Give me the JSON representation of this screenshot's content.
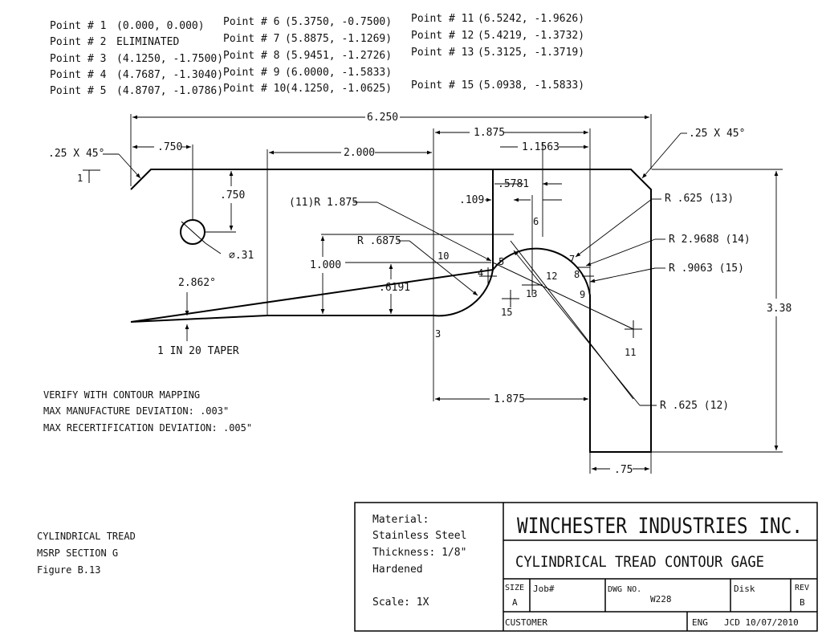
{
  "points": [
    {
      "label": "Point # 1",
      "coords": "(0.000, 0.000)"
    },
    {
      "label": "Point # 2",
      "coords": "ELIMINATED"
    },
    {
      "label": "Point # 3",
      "coords": "(4.1250, -1.7500)"
    },
    {
      "label": "Point # 4",
      "coords": "(4.7687, -1.3040)"
    },
    {
      "label": "Point # 5",
      "coords": "(4.8707, -1.0786)"
    },
    {
      "label": "Point # 6",
      "coords": "(5.3750, -0.7500)"
    },
    {
      "label": "Point # 7",
      "coords": "(5.8875, -1.1269)"
    },
    {
      "label": "Point # 8",
      "coords": "(5.9451, -1.2726)"
    },
    {
      "label": "Point # 9",
      "coords": "(6.0000, -1.5833)"
    },
    {
      "label": "Point # 10",
      "coords": "(4.1250, -1.0625)"
    },
    {
      "label": "Point # 11",
      "coords": "(6.5242, -1.9626)"
    },
    {
      "label": "Point # 12",
      "coords": "(5.4219, -1.3732)"
    },
    {
      "label": "Point # 13",
      "coords": "(5.3125, -1.3719)"
    },
    {
      "label": "Point # 15",
      "coords": "(5.0938, -1.5833)"
    }
  ],
  "dims": {
    "overall_width": "6.250",
    "chamfer_left": ".25 X 45°",
    "chamfer_right": ".25 X 45°",
    "hole_x": ".750",
    "hole_y": ".750",
    "hole_dia": "∅.31",
    "slot_offset": "2.000",
    "notch_width_top": "1.875",
    "d_11563": "1.1563",
    "d_5781": ".5781",
    "d_109": ".109",
    "r11": "(11)R 1.875",
    "r6875": "R .6875",
    "h1000": "1.000",
    "h6191": ".6191",
    "angle": "2.862°",
    "taper": "1 IN 20 TAPER",
    "r13": "R .625 (13)",
    "r14": "R 2.9688 (14)",
    "r15": "R .9063 (15)",
    "r12": "R .625 (12)",
    "height": "3.38",
    "notch_width_bottom": "1.875",
    "leg_width": ".75"
  },
  "point_markers": [
    "1",
    "3",
    "4",
    "5",
    "6",
    "7",
    "8",
    "9",
    "10",
    "11",
    "12",
    "13",
    "15"
  ],
  "notes": [
    "VERIFY WITH CONTOUR MAPPING",
    "MAX MANUFACTURE DEVIATION: .003\"",
    "MAX RECERTIFICATION DEVIATION: .005\""
  ],
  "reference": [
    "CYLINDRICAL TREAD",
    "MSRP SECTION G",
    "Figure B.13"
  ],
  "title_block": {
    "material_lines": [
      "Material:",
      "Stainless Steel",
      "Thickness: 1/8\"",
      "Hardened"
    ],
    "scale": "Scale: 1X",
    "company": "WINCHESTER INDUSTRIES INC.",
    "title": "CYLINDRICAL TREAD CONTOUR GAGE",
    "size_label": "SIZE",
    "size_value": "A",
    "job_label": "Job#",
    "dwg_label": "DWG NO.",
    "dwg_value": "W228",
    "disk_label": "Disk",
    "rev_label": "REV",
    "rev_value": "B",
    "customer_label": "CUSTOMER",
    "eng_label": "ENG",
    "eng_value": "JCD 10/07/2010"
  }
}
